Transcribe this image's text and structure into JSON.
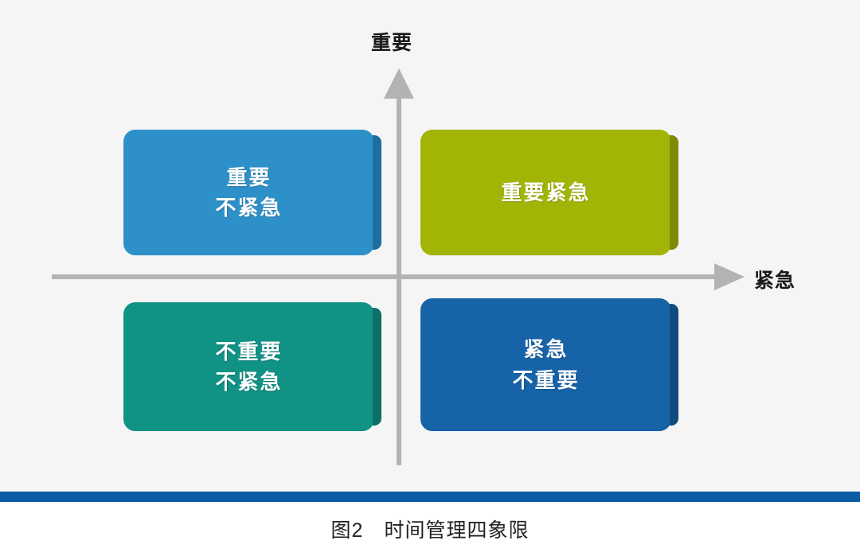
{
  "figure": {
    "background_color": "#f5f5f5",
    "axes": {
      "vertical_label": "重要",
      "horizontal_label": "紧急",
      "axis_color": "#b3b3b3"
    },
    "quadrants": [
      {
        "id": "top-left",
        "position": "important-not-urgent",
        "lines": [
          "重要",
          "不紧急"
        ],
        "color": "#2e90c8",
        "shade_color": "#1e6e9e"
      },
      {
        "id": "top-right",
        "position": "important-urgent",
        "lines": [
          "重要紧急"
        ],
        "color": "#a2b406",
        "shade_color": "#7d8b04"
      },
      {
        "id": "bottom-left",
        "position": "not-important-not-urgent",
        "lines": [
          "不重要",
          "不紧急"
        ],
        "color": "#109285",
        "shade_color": "#0b6f66"
      },
      {
        "id": "bottom-right",
        "position": "urgent-not-important",
        "lines": [
          "紧急",
          "不重要"
        ],
        "color": "#1663a8",
        "shade_color": "#104b80"
      }
    ]
  },
  "bottom_bar": {
    "color": "#0b5ca5"
  },
  "caption": {
    "text": "图2　时间管理四象限"
  }
}
